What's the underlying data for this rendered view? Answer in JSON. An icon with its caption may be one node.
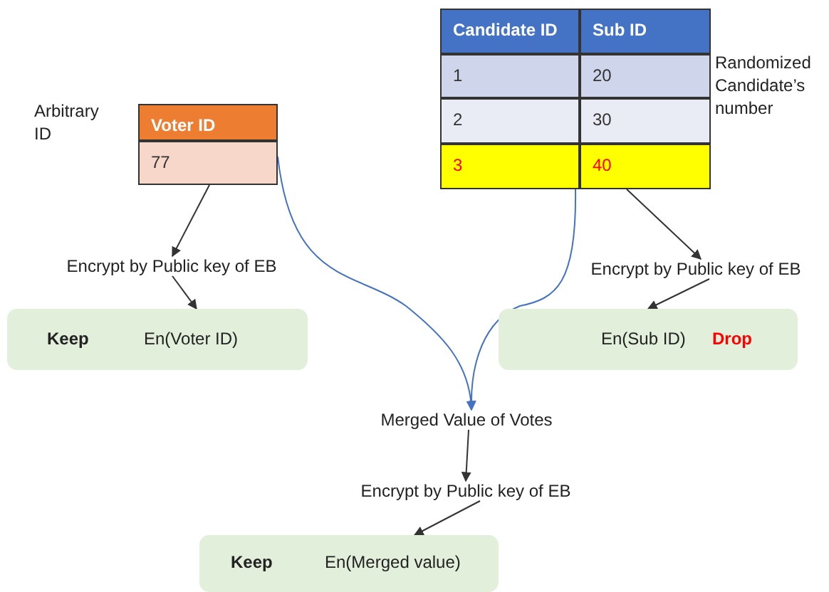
{
  "diagram": {
    "nodes": [
      {
        "text": [
          "Voter ID",
          "77"
        ],
        "beside": [
          "Arbitrary ID"
        ]
      },
      {
        "text": [
          "Candidate ID",
          "Sub ID",
          "1",
          "20",
          "2",
          "30",
          "3",
          "40"
        ],
        "beside": [
          "Randomized Candidate’s number"
        ]
      },
      {
        "text": [
          "Encrypt by Public key of EB"
        ]
      },
      {
        "text": [
          "Keep",
          "En(Voter ID)"
        ]
      },
      {
        "text": [
          "Encrypt by Public key of EB"
        ]
      },
      {
        "text": [
          "En(Sub ID)",
          "Drop"
        ]
      },
      {
        "text": [
          "Merged Value of Votes"
        ]
      },
      {
        "text": [
          "Encrypt by Public key of EB"
        ]
      },
      {
        "text": [
          "Keep",
          "En(Merged value)"
        ]
      }
    ],
    "edges": [
      {
        "from": 0,
        "to": 2,
        "arrow": "to"
      },
      {
        "from": 2,
        "to": 3,
        "arrow": "to"
      },
      {
        "from": 1,
        "to": 4,
        "arrow": "to"
      },
      {
        "from": 4,
        "to": 5,
        "arrow": "to"
      },
      {
        "from": 0,
        "to": 6,
        "arrow": "to",
        "color": "#4472c4"
      },
      {
        "from": 1,
        "to": 6,
        "arrow": "to",
        "color": "#4472c4"
      },
      {
        "from": 6,
        "to": 7,
        "arrow": "to"
      },
      {
        "from": 7,
        "to": 8,
        "arrow": "to"
      }
    ]
  }
}
